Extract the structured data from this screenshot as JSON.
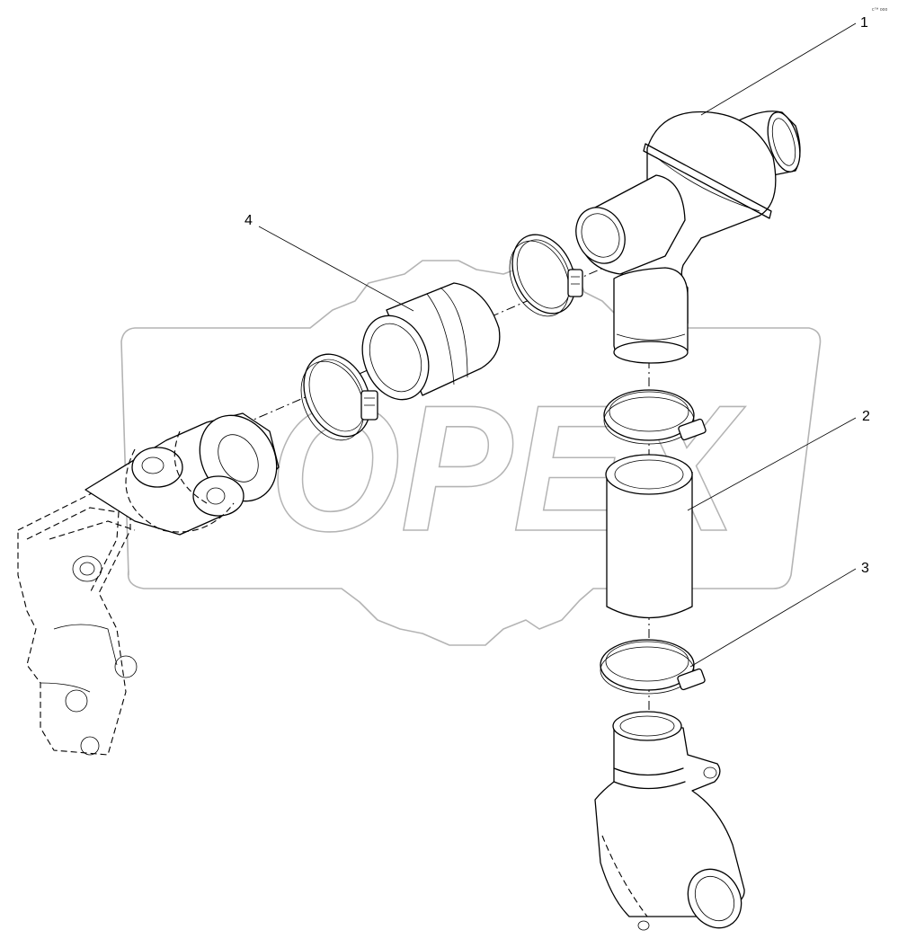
{
  "callouts": [
    {
      "id": "1",
      "label": "1"
    },
    {
      "id": "2",
      "label": "2"
    },
    {
      "id": "3",
      "label": "3"
    },
    {
      "id": "4",
      "label": "4"
    }
  ],
  "corner_mark": "c™ ooo",
  "watermark": {
    "text": "OPEX",
    "color": "#b4b4b4"
  },
  "colors": {
    "line": "#000000",
    "background": "#ffffff"
  }
}
